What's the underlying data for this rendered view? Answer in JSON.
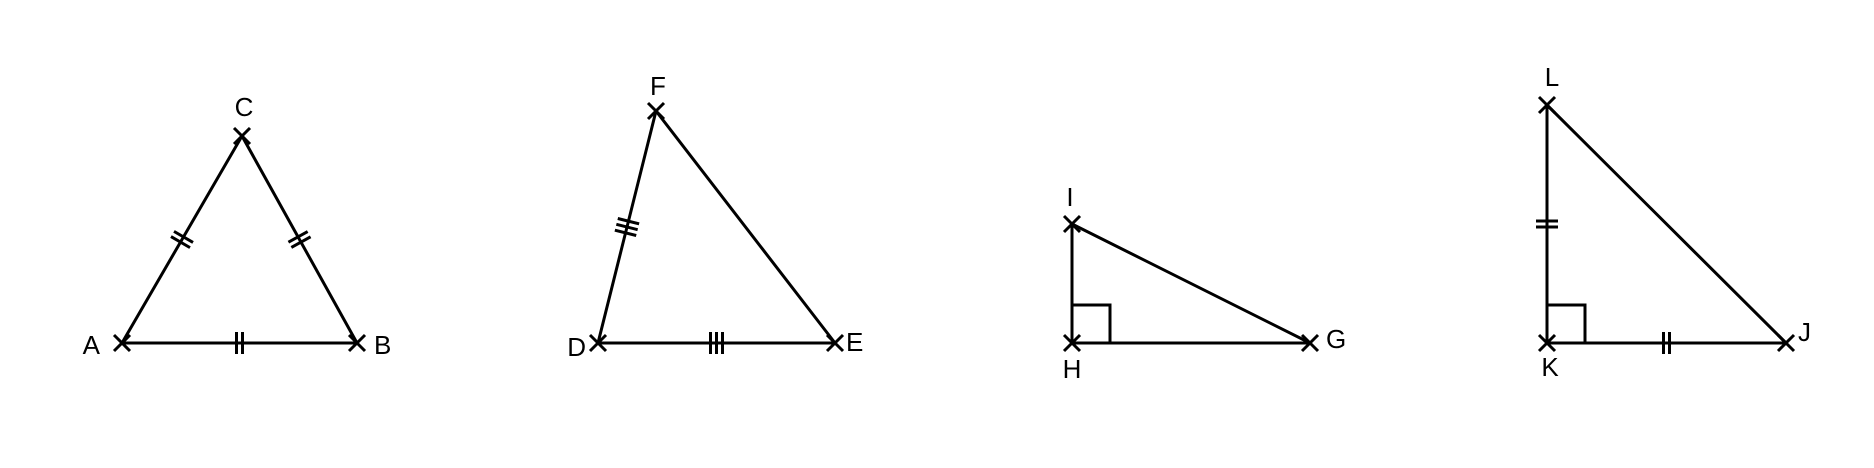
{
  "figures": [
    {
      "id": "ABC",
      "vertices": [
        {
          "name": "A",
          "label": "A"
        },
        {
          "name": "B",
          "label": "B"
        },
        {
          "name": "C",
          "label": "C"
        }
      ],
      "sides": [
        {
          "from": "A",
          "to": "B",
          "ticks": 2
        },
        {
          "from": "A",
          "to": "C",
          "ticks": 2
        },
        {
          "from": "B",
          "to": "C",
          "ticks": 2
        }
      ],
      "right_angle_at": null
    },
    {
      "id": "DEF",
      "vertices": [
        {
          "name": "D",
          "label": "D"
        },
        {
          "name": "E",
          "label": "E"
        },
        {
          "name": "F",
          "label": "F"
        }
      ],
      "sides": [
        {
          "from": "D",
          "to": "E",
          "ticks": 3
        },
        {
          "from": "D",
          "to": "F",
          "ticks": 3
        },
        {
          "from": "E",
          "to": "F",
          "ticks": 0
        }
      ],
      "right_angle_at": null
    },
    {
      "id": "GHI",
      "vertices": [
        {
          "name": "I",
          "label": "I"
        },
        {
          "name": "H",
          "label": "H"
        },
        {
          "name": "G",
          "label": "G"
        }
      ],
      "sides": [
        {
          "from": "H",
          "to": "G",
          "ticks": 0
        },
        {
          "from": "H",
          "to": "I",
          "ticks": 0
        },
        {
          "from": "I",
          "to": "G",
          "ticks": 0
        }
      ],
      "right_angle_at": "H"
    },
    {
      "id": "JKL",
      "vertices": [
        {
          "name": "L",
          "label": "L"
        },
        {
          "name": "K",
          "label": "K"
        },
        {
          "name": "J",
          "label": "J"
        }
      ],
      "sides": [
        {
          "from": "K",
          "to": "J",
          "ticks": 2
        },
        {
          "from": "K",
          "to": "L",
          "ticks": 2
        },
        {
          "from": "L",
          "to": "J",
          "ticks": 0
        }
      ],
      "right_angle_at": "K"
    }
  ]
}
